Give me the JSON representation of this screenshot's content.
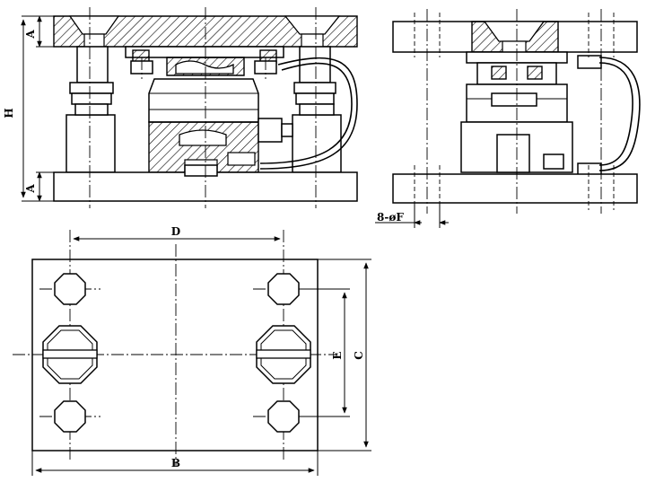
{
  "labels": {
    "front_height": "H",
    "front_top_thickness": "A",
    "front_bottom_thickness": "A",
    "side_holes": "8-øF",
    "plan_span_D": "D",
    "plan_width_B": "B",
    "plan_depth_C": "C",
    "plan_pitch_E": "E"
  },
  "colors": {
    "line": "#000000",
    "background": "#ffffff"
  }
}
